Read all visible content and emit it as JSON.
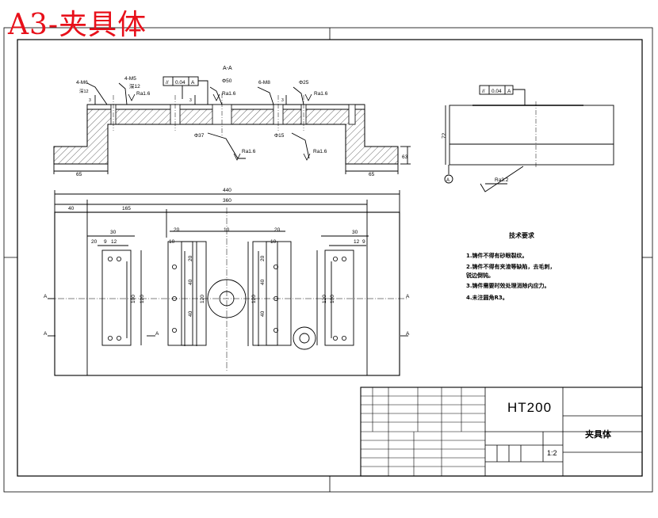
{
  "sheet": {
    "title": "A3-夹具体",
    "title_color": "#e8101a"
  },
  "section_view": {
    "label": "A-A",
    "callouts": {
      "hole_left": "4-M6",
      "hole_left_depth": "深12",
      "hole_left2": "4-M5",
      "hole_left2_depth": "深12",
      "center_dia": "Φ50",
      "right_holes": "6-M8",
      "right_dia": "Φ25",
      "geo_tol_symbol": "//",
      "geo_tol_value": "0.04",
      "geo_tol_datum": "A",
      "rough_1": "Ra1.6",
      "rough_2": "Ra1.6",
      "rough_3": "Ra1.6",
      "rough_4": "Ra1.6",
      "rough_5": "Ra1.6",
      "dia_bottom_left": "Φ37",
      "dia_bottom_right": "Φ15",
      "three_a": "3",
      "three_b": "3",
      "three_c": "3"
    },
    "dims": {
      "left_step": "65",
      "right_step": "65",
      "height": "63"
    }
  },
  "side_view": {
    "geo_tol_symbol": "//",
    "geo_tol_value": "0.04",
    "geo_tol_datum": "A",
    "height": "72",
    "rough": "Ra3.2",
    "datum": "A"
  },
  "top_view": {
    "dims": {
      "overall": "440",
      "inner": "360",
      "left_40": "40",
      "left_165": "165",
      "left_30": "30",
      "left_20": "20",
      "left_9": "9",
      "left_12": "12",
      "mid_20": "20",
      "mid_10": "10",
      "center_10": "10",
      "right_20": "20",
      "right_10": "10",
      "far_30": "30",
      "far_12": "12",
      "far_9": "9",
      "v_100_a": "100",
      "v_120_a": "120",
      "v_20_b": "20",
      "v_40_b1": "40",
      "v_40_b2": "40",
      "v_120_b": "120",
      "v_120_c": "120",
      "v_100_c": "100",
      "v_40_c": "40",
      "v_40_c2": "40",
      "v_20_c": "20",
      "v_120_d": "120",
      "v_100_d": "100"
    },
    "section_marks": [
      "A",
      "A",
      "A",
      "A",
      "A"
    ]
  },
  "tech_requirements": {
    "title": "技术要求",
    "items": [
      "1.铸件不得有砂眼裂纹。",
      "2.铸件不得有夹渣等缺陷，去毛刺，",
      "锐边倒钝。",
      "3.铸件需要时效处理消除内应力。",
      "4.未注圆角R3。"
    ]
  },
  "title_block": {
    "material": "HT200",
    "part_name": "夹具体",
    "scale": "1:2"
  }
}
